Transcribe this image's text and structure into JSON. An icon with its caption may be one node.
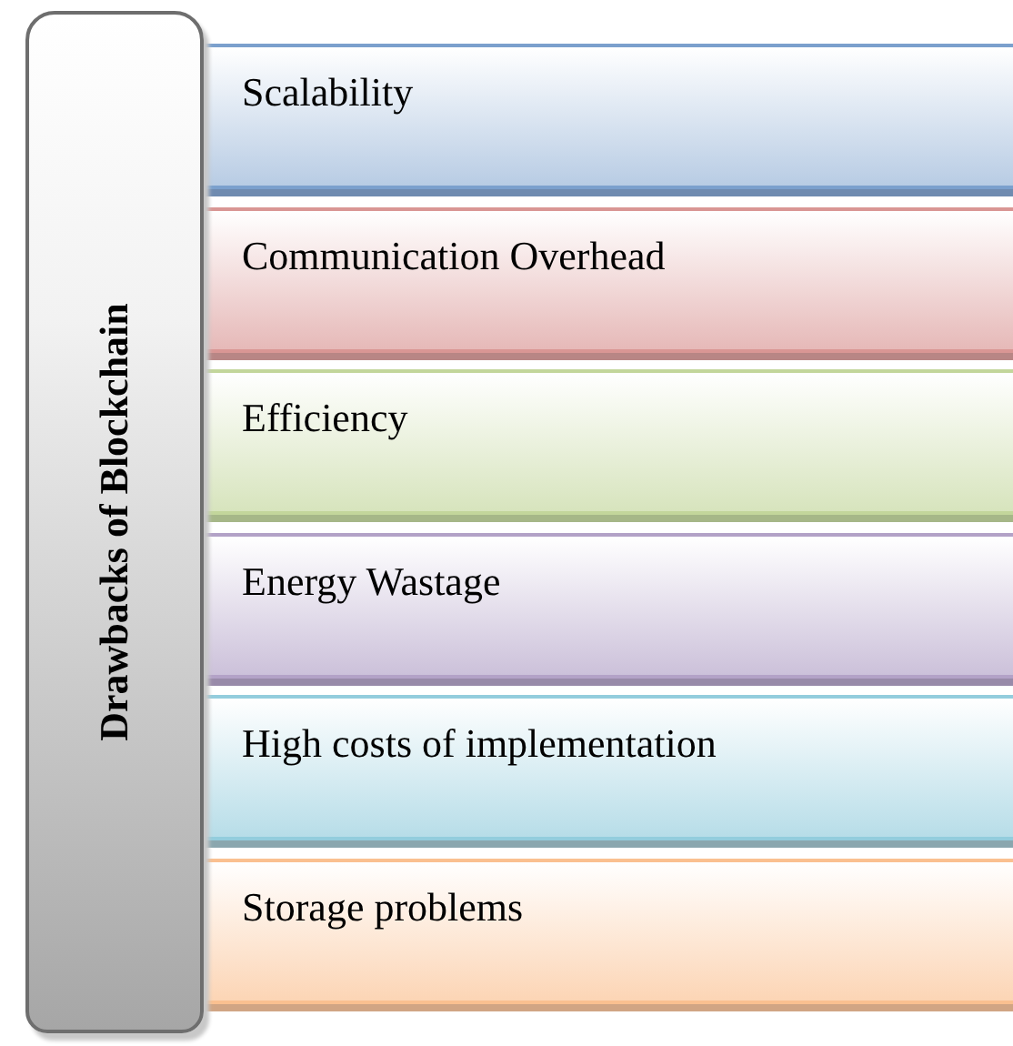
{
  "diagram": {
    "nodes": [
      {
        "text": [
          "Drawbacks of Blockchain"
        ]
      },
      {
        "text": [
          "Scalability"
        ]
      },
      {
        "text": [
          "Communication Overhead"
        ]
      },
      {
        "text": [
          "Efficiency"
        ]
      },
      {
        "text": [
          "Energy Wastage"
        ]
      },
      {
        "text": [
          "High costs of implementation"
        ]
      },
      {
        "text": [
          "Storage problems"
        ]
      }
    ]
  }
}
